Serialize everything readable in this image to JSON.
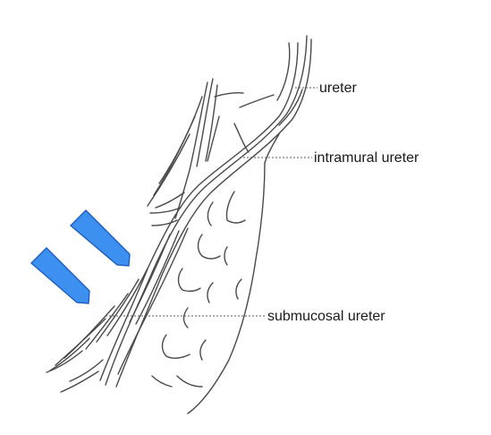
{
  "labels": {
    "ureter": "ureter",
    "intramural": "intramural ureter",
    "submucosal": "submucosal ureter"
  },
  "colors": {
    "line": "#4a4a4a",
    "arrow_fill": "#3d8ff0",
    "arrow_stroke": "#1d5fc0",
    "label": "#1a1a1a"
  }
}
